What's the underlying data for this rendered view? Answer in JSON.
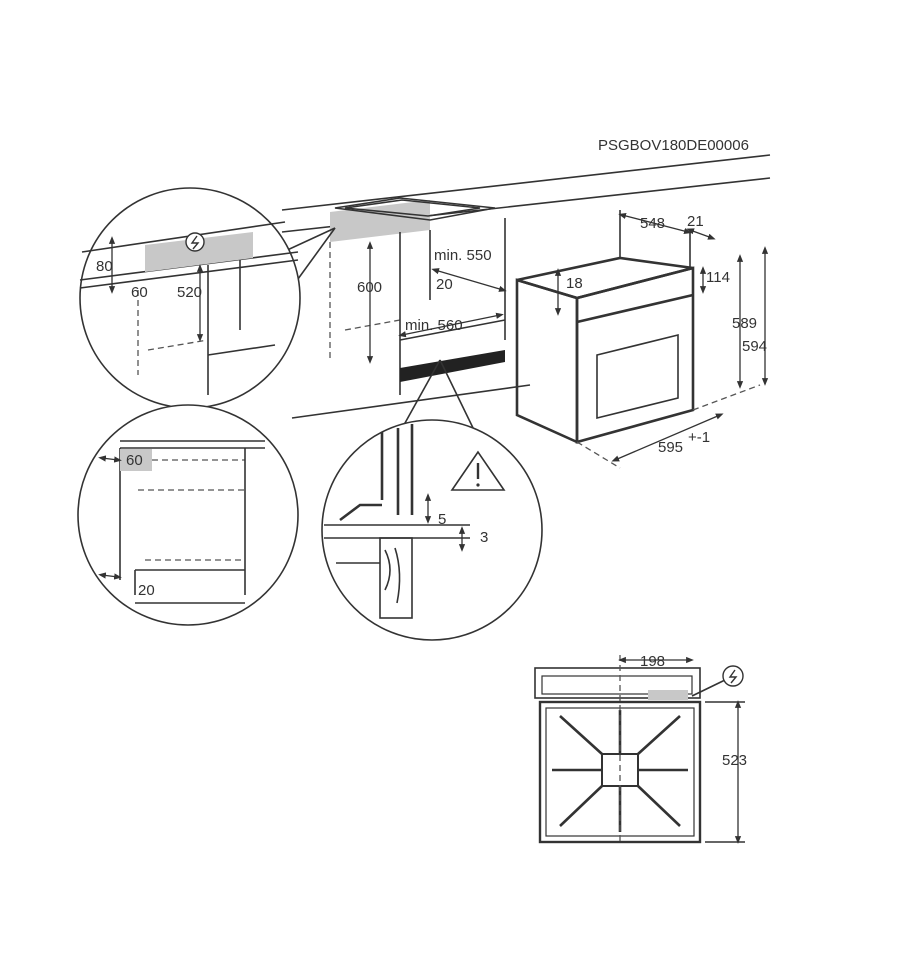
{
  "product_code": "PSGBOV180DE00006",
  "detail_top_left": {
    "dim_height": "80",
    "dim_depth": "60",
    "dim_rear": "520"
  },
  "cabinet": {
    "dim_height": "600",
    "dim_width": "min. 550",
    "dim_gap": "20",
    "dim_depth": "min. 560"
  },
  "oven": {
    "dim_depth": "548",
    "dim_front": "21",
    "dim_top": "18",
    "dim_panel": "114",
    "dim_height_body": "589",
    "dim_height_total": "594",
    "dim_width": "595",
    "dim_width_tolerance": "+-1"
  },
  "detail_left": {
    "dim_top": "60",
    "dim_bottom": "20"
  },
  "detail_center": {
    "dim_gap": "5",
    "dim_step": "3",
    "warning_icon": "warning-triangle-icon"
  },
  "rear_view": {
    "dim_offset": "198",
    "dim_height": "523",
    "power_icon": "electric-connection-icon"
  }
}
